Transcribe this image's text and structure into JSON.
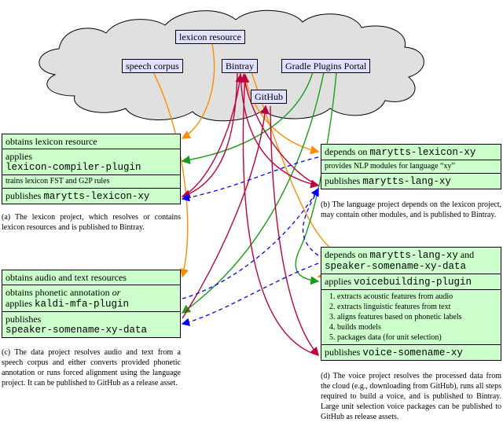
{
  "cloud": {
    "lexicon_resource": "lexicon resource",
    "speech_corpus": "speech corpus",
    "bintray": "Bintray",
    "gradle_plugins_portal": "Gradle Plugins Portal",
    "github": "GitHub"
  },
  "lexicon_project": {
    "obtains": "obtains lexicon resource",
    "applies": "applies",
    "applies_plugin": "lexicon-compiler-plugin",
    "trains": "trains lexicon FST and G2P rules",
    "publishes": "publishes",
    "publishes_artifact": "marytts-lexicon-xy",
    "caption": "(a) The lexicon project, which resolves or contains lexicon resources and is published to Bintray."
  },
  "language_project": {
    "depends": "depends on",
    "depends_artifact": "marytts-lexicon-xy",
    "provides": "provides NLP modules for language “xy”",
    "publishes": "publishes",
    "publishes_artifact": "marytts-lang-xy",
    "caption": "(b) The language project depends on the lexicon project, may contain other modules, and is published to Bintray."
  },
  "data_project": {
    "obtains": "obtains audio and text resources",
    "phonetic_line1": "obtains phonetic annotation",
    "phonetic_or": "or",
    "phonetic_line2": "applies",
    "phonetic_plugin": "kaldi-mfa-plugin",
    "publishes": "publishes",
    "publishes_artifact": "speaker-somename-xy-data",
    "caption": "(c) The data project resolves audio and text from a speech corpus and either converts provided phonetic annotation or runs forced alignment using the language project. It can be published to GitHub as a release asset."
  },
  "voice_project": {
    "depends": "depends on",
    "depends_artifact1": "marytts-lang-xy",
    "and": "and",
    "depends_artifact2": "speaker-somename-xy-data",
    "applies": "applies",
    "applies_plugin": "voicebuilding-plugin",
    "steps": [
      "extracts acoustic features from audio",
      "extracts linguistic features from text",
      "aligns features based on phonetic labels",
      "builds models",
      "packages data (for unit selection)"
    ],
    "publishes": "publishes",
    "publishes_artifact": "voice-somename-xy",
    "caption": "(d) The voice project resolves the processed data from the cloud (e.g., downloading from GitHub), runs all steps required to build a voice, and is published to Bintray. Large unit selection voice packages can be published to GitHub as release assets."
  },
  "colors": {
    "cloud_fill": "#e0e0e0",
    "box_fill": "#ccffcc",
    "label_fill": "#e0e0ff",
    "orange": "#ff8c00",
    "green": "#1a9e1a",
    "crimson": "#c0003c",
    "blue_dashed": "#0000ff"
  }
}
